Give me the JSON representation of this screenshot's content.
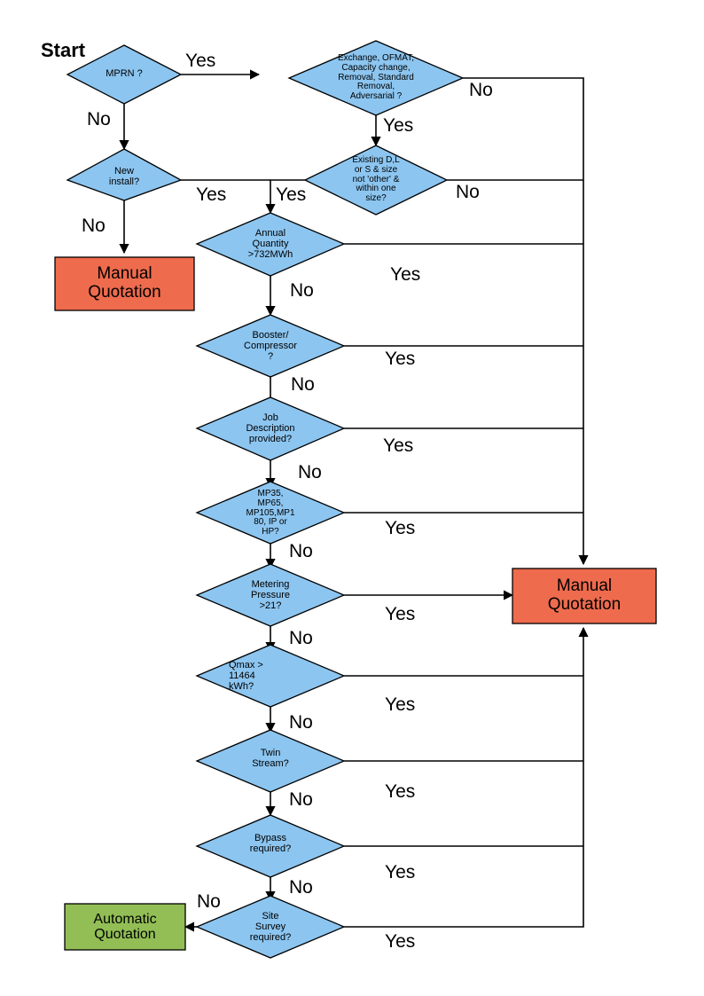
{
  "title": "Quotation routing flowchart",
  "colors": {
    "decision_fill": "#8CC5F0",
    "decision_stroke": "#000000",
    "manual_fill": "#EE6B4D",
    "automatic_fill": "#92BE55",
    "line": "#000000",
    "background": "#FFFFFF"
  },
  "labels": {
    "start": "Start",
    "yes": "Yes",
    "no": "No"
  },
  "chart_data": {
    "type": "diagram",
    "nodes": [
      {
        "id": "mprn",
        "shape": "decision",
        "text": "MPRN ?"
      },
      {
        "id": "exchange",
        "shape": "decision",
        "text": "Exchange, OFMAT, Capacity change, Removal, Standard Removal, Adversarial ?"
      },
      {
        "id": "newinstall",
        "shape": "decision",
        "text": "New install?"
      },
      {
        "id": "existing",
        "shape": "decision",
        "text": "Existing D,L or S & size not 'other' & within one size?"
      },
      {
        "id": "annual",
        "shape": "decision",
        "text": "Annual Quantity >732MWh"
      },
      {
        "id": "booster",
        "shape": "decision",
        "text": "Booster/ Compressor ?"
      },
      {
        "id": "jobdesc",
        "shape": "decision",
        "text": "Job Description provided?"
      },
      {
        "id": "mpsizes",
        "shape": "decision",
        "text": "MP35, MP65, MP105,MP180, IP or HP?"
      },
      {
        "id": "metering",
        "shape": "decision",
        "text": "Metering Pressure >21?"
      },
      {
        "id": "qmax",
        "shape": "decision",
        "text": "Qmax > 11464 kWh?"
      },
      {
        "id": "twin",
        "shape": "decision",
        "text": "Twin Stream?"
      },
      {
        "id": "bypass",
        "shape": "decision",
        "text": "Bypass required?"
      },
      {
        "id": "sitesurvey",
        "shape": "decision",
        "text": "Site Survey required?"
      },
      {
        "id": "manual_left",
        "shape": "process",
        "text": "Manual Quotation"
      },
      {
        "id": "manual_right",
        "shape": "process",
        "text": "Manual Quotation"
      },
      {
        "id": "automatic",
        "shape": "process",
        "text": "Automatic Quotation"
      }
    ],
    "edges": [
      {
        "from": "mprn",
        "to": "exchange",
        "label": "Yes"
      },
      {
        "from": "mprn",
        "to": "newinstall",
        "label": "No"
      },
      {
        "from": "exchange",
        "to": "manual_right",
        "label": "No"
      },
      {
        "from": "exchange",
        "to": "existing",
        "label": "Yes"
      },
      {
        "from": "newinstall",
        "to": "manual_left",
        "label": "No"
      },
      {
        "from": "newinstall",
        "to": "annual",
        "label": "Yes"
      },
      {
        "from": "existing",
        "to": "manual_right",
        "label": "No"
      },
      {
        "from": "existing",
        "to": "annual",
        "label": "Yes"
      },
      {
        "from": "annual",
        "to": "manual_right",
        "label": "Yes"
      },
      {
        "from": "annual",
        "to": "booster",
        "label": "No"
      },
      {
        "from": "booster",
        "to": "manual_right",
        "label": "Yes"
      },
      {
        "from": "booster",
        "to": "jobdesc",
        "label": "No"
      },
      {
        "from": "jobdesc",
        "to": "manual_right",
        "label": "Yes"
      },
      {
        "from": "jobdesc",
        "to": "mpsizes",
        "label": "No"
      },
      {
        "from": "mpsizes",
        "to": "manual_right",
        "label": "Yes"
      },
      {
        "from": "mpsizes",
        "to": "metering",
        "label": "No"
      },
      {
        "from": "metering",
        "to": "manual_right",
        "label": "Yes"
      },
      {
        "from": "metering",
        "to": "qmax",
        "label": "No"
      },
      {
        "from": "qmax",
        "to": "manual_right",
        "label": "Yes"
      },
      {
        "from": "qmax",
        "to": "twin",
        "label": "No"
      },
      {
        "from": "twin",
        "to": "manual_right",
        "label": "Yes"
      },
      {
        "from": "twin",
        "to": "bypass",
        "label": "No"
      },
      {
        "from": "bypass",
        "to": "manual_right",
        "label": "Yes"
      },
      {
        "from": "bypass",
        "to": "sitesurvey",
        "label": "No"
      },
      {
        "from": "sitesurvey",
        "to": "manual_right",
        "label": "Yes"
      },
      {
        "from": "sitesurvey",
        "to": "automatic",
        "label": "No"
      }
    ]
  },
  "nodes": {
    "mprn": {
      "text": "MPRN ?"
    },
    "exchange": {
      "line1": "Exchange, OFMAT,",
      "line2": "Capacity change,",
      "line3": "Removal, Standard",
      "line4": "Removal,",
      "line5": "Adversarial ?"
    },
    "newinstall": {
      "line1": "New",
      "line2": "install?"
    },
    "existing": {
      "line1": "Existing D,L",
      "line2": "or S & size",
      "line3": "not 'other' &",
      "line4": "within one",
      "line5": "size?"
    },
    "annual": {
      "line1": "Annual",
      "line2": "Quantity",
      "line3": ">732MWh"
    },
    "booster": {
      "line1": "Booster/",
      "line2": "Compressor",
      "line3": "?"
    },
    "jobdesc": {
      "line1": "Job",
      "line2": "Description",
      "line3": "provided?"
    },
    "mpsizes": {
      "line1": "MP35,",
      "line2": "MP65,",
      "line3": "MP105,MP1",
      "line4": "80, IP or",
      "line5": "HP?"
    },
    "metering": {
      "line1": "Metering",
      "line2": "Pressure",
      "line3": ">21?"
    },
    "qmax": {
      "line1": "Qmax >",
      "line2": "11464",
      "line3": "kWh?"
    },
    "twin": {
      "line1": "Twin",
      "line2": "Stream?"
    },
    "bypass": {
      "line1": "Bypass",
      "line2": "required?"
    },
    "sitesurvey": {
      "line1": "Site",
      "line2": "Survey",
      "line3": "required?"
    },
    "manual_left": {
      "line1": "Manual",
      "line2": "Quotation"
    },
    "manual_right": {
      "line1": "Manual",
      "line2": "Quotation"
    },
    "automatic": {
      "line1": "Automatic",
      "line2": "Quotation"
    }
  },
  "edge_labels": {
    "mprn_yes": "Yes",
    "mprn_no": "No",
    "exchange_no": "No",
    "exchange_yes": "Yes",
    "newinstall_yes": "Yes",
    "newinstall_no": "No",
    "existing_no": "No",
    "existing_yes": "Yes",
    "annual_yes": "Yes",
    "annual_no": "No",
    "booster_yes": "Yes",
    "booster_no": "No",
    "jobdesc_yes": "Yes",
    "jobdesc_no": "No",
    "mpsizes_yes": "Yes",
    "mpsizes_no": "No",
    "metering_yes": "Yes",
    "metering_no": "No",
    "qmax_yes": "Yes",
    "qmax_no": "No",
    "twin_yes": "Yes",
    "twin_no": "No",
    "bypass_yes": "Yes",
    "bypass_no": "No",
    "sitesurvey_yes": "Yes",
    "sitesurvey_no": "No"
  }
}
